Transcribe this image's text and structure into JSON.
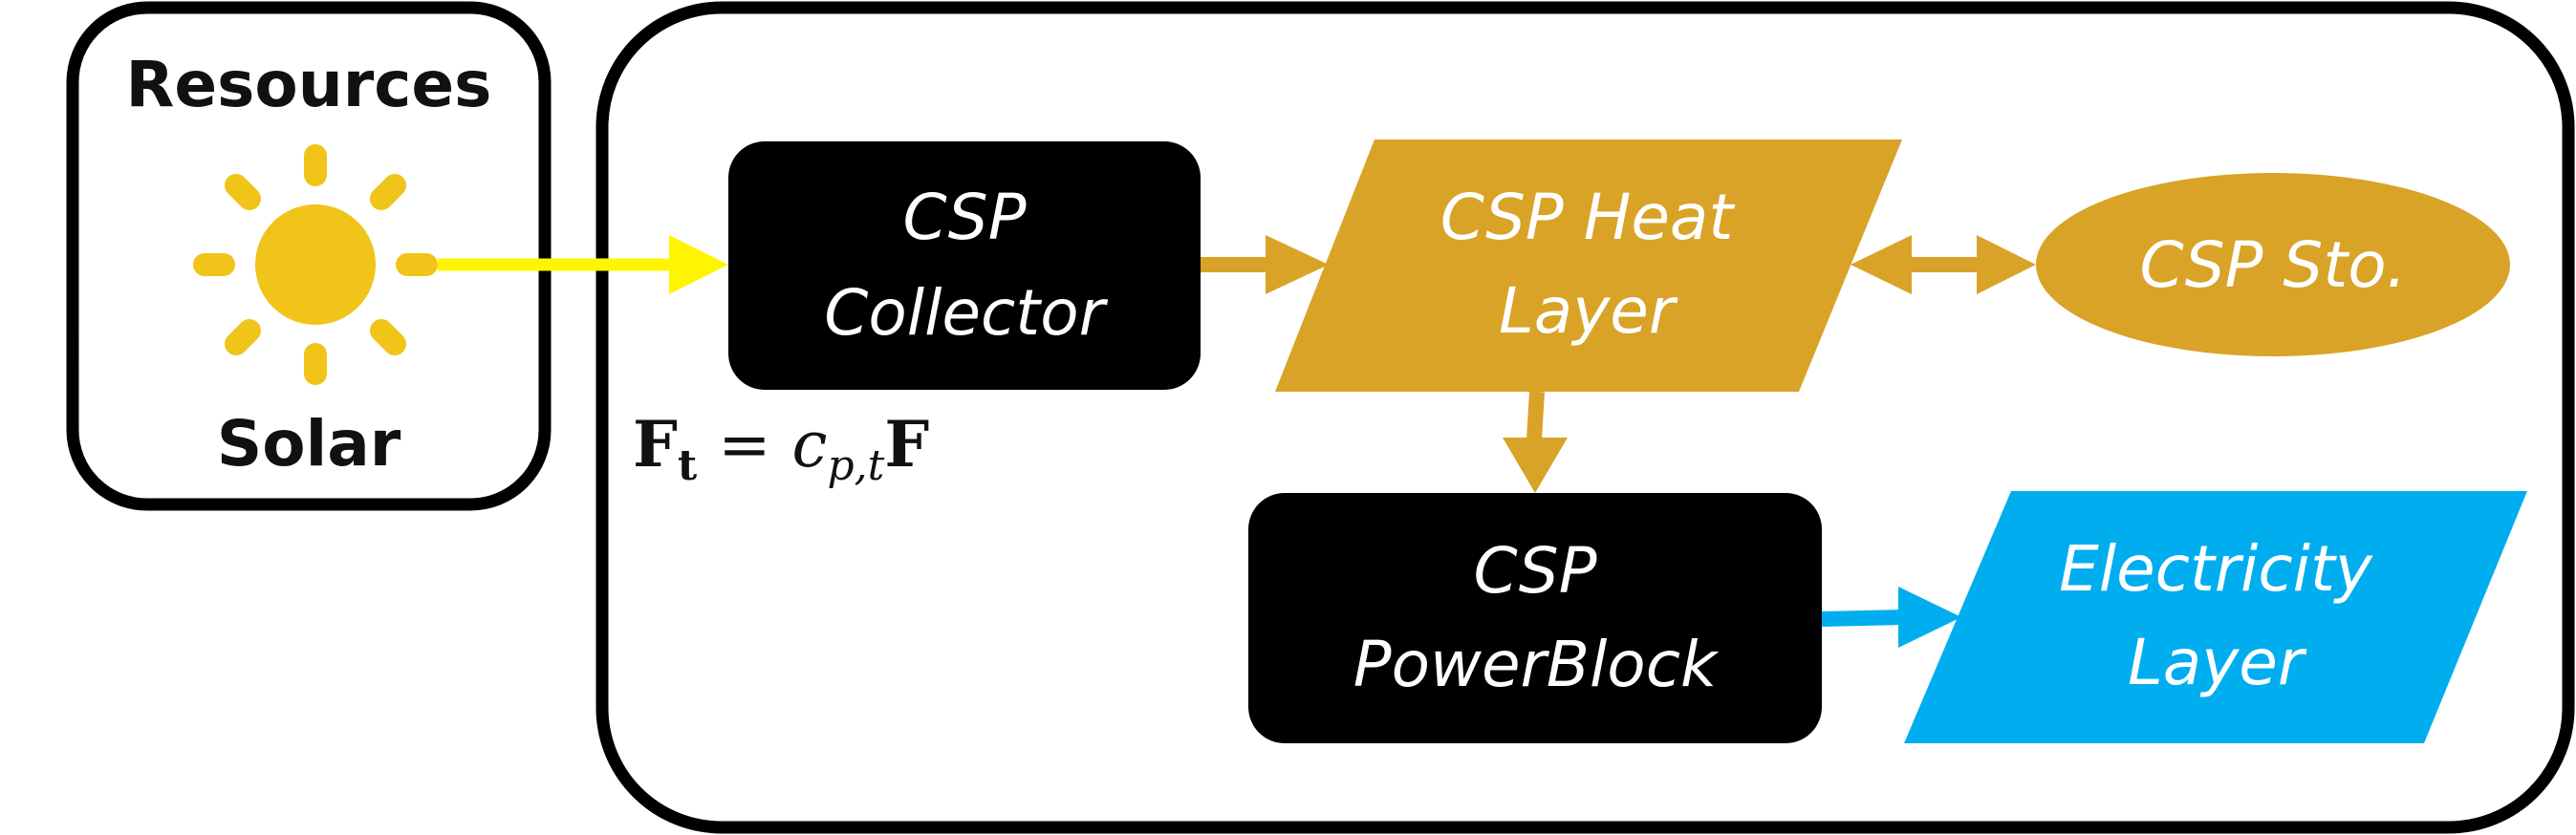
{
  "resources": {
    "title": "Resources",
    "solar_label": "Solar"
  },
  "nodes": {
    "collector": {
      "line1": "CSP",
      "line2": "Collector"
    },
    "heat_layer": {
      "line1": "CSP Heat",
      "line2": "Layer"
    },
    "storage": {
      "label": "CSP Sto."
    },
    "powerblock": {
      "line1": "CSP",
      "line2": "PowerBlock"
    },
    "electricity": {
      "line1": "Electricity",
      "line2": "Layer"
    }
  },
  "formula": {
    "lhs": "F",
    "lhs_sub": "t",
    "equals": "=",
    "coef": "c",
    "coef_sub": "p,t",
    "rhs": "F"
  },
  "colors": {
    "black": "#000000",
    "gold": "#D8A327",
    "sun": "#F0C419",
    "yellow_arrow": "#FFF500",
    "blue": "#00AEEF",
    "white": "#FFFFFF"
  }
}
